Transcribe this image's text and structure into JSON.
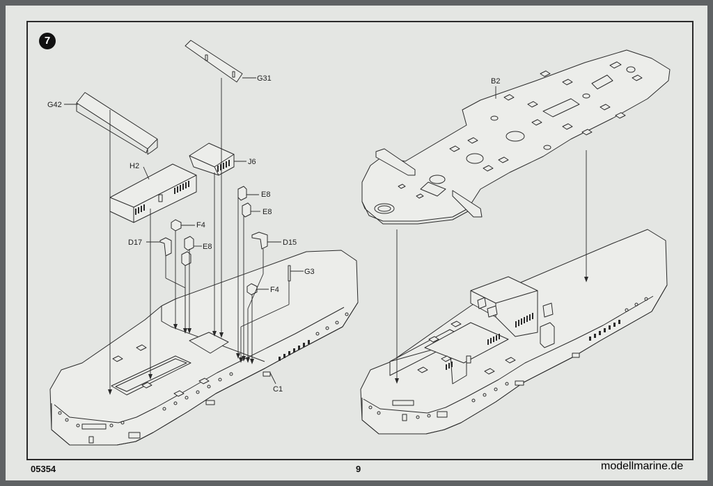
{
  "step": {
    "number": "7"
  },
  "parts": {
    "G31": "G31",
    "G42": "G42",
    "J6": "J6",
    "H2": "H2",
    "E8a": "E8",
    "E8b": "E8",
    "E8c": "E8",
    "F4a": "F4",
    "F4b": "F4",
    "D17": "D17",
    "D15": "D15",
    "G3": "G3",
    "C1": "C1",
    "B2": "B2"
  },
  "footer": {
    "code": "05354",
    "page": "9",
    "watermark": "modellmarine.de"
  },
  "colors": {
    "paper": "#e4e6e3",
    "ink": "#2a2a2a",
    "part_fill": "#ecedea",
    "backdrop": "#5f6264"
  }
}
